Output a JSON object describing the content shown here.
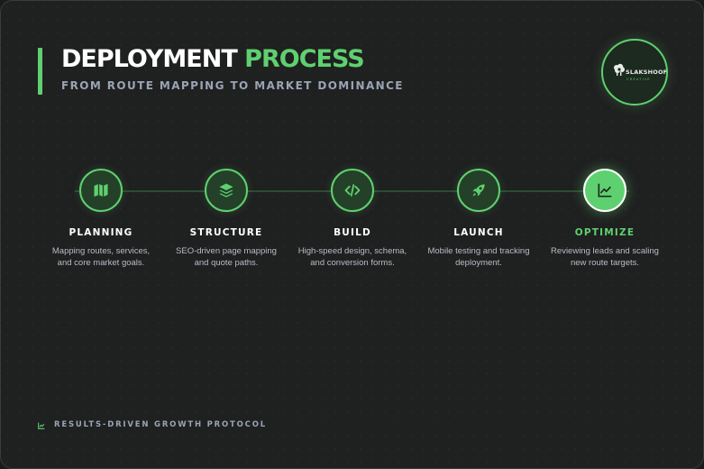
{
  "header": {
    "title_main": "DEPLOYMENT",
    "title_highlight": "PROCESS",
    "subtitle": "FROM ROUTE MAPPING TO MARKET DOMINANCE"
  },
  "logo": {
    "name": "SLAKSHOOF",
    "sub": "CREATIVE"
  },
  "steps": [
    {
      "title": "PLANNING",
      "desc_line1": "Mapping routes, services,",
      "desc_line2": "and core market goals.",
      "icon": "map-icon",
      "active": false
    },
    {
      "title": "STRUCTURE",
      "desc_line1": "SEO-driven page mapping",
      "desc_line2": "and quote paths.",
      "icon": "layers-icon",
      "active": false
    },
    {
      "title": "BUILD",
      "desc_line1": "High-speed design, schema,",
      "desc_line2": "and conversion forms.",
      "icon": "code-icon",
      "active": false
    },
    {
      "title": "LAUNCH",
      "desc_line1": "Mobile testing and tracking",
      "desc_line2": "deployment.",
      "icon": "rocket-icon",
      "active": false
    },
    {
      "title": "OPTIMIZE",
      "desc_line1": "Reviewing leads and scaling",
      "desc_line2": "new route targets.",
      "icon": "chart-line-icon",
      "active": true
    }
  ],
  "footer": {
    "text": "RESULTS-DRIVEN GROWTH PROTOCOL",
    "icon": "chart-line-icon"
  },
  "colors": {
    "accent": "#5fd06f",
    "background": "#1f2020",
    "text_primary": "#ffffff",
    "text_muted": "#9aa4b4"
  }
}
